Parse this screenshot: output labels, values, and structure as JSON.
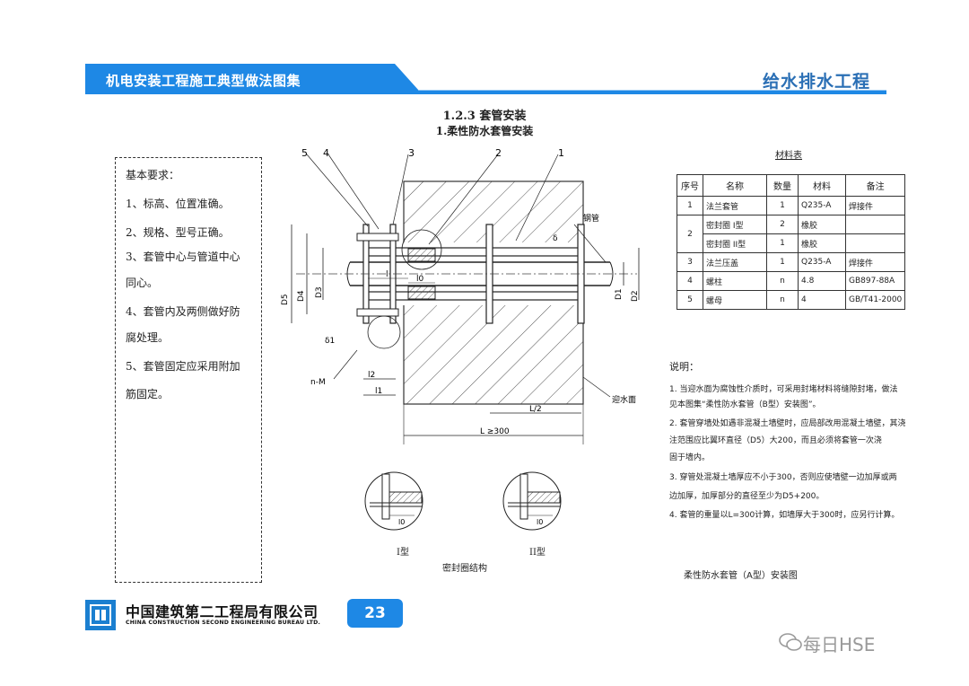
{
  "header": {
    "left_title": "机电安装工程施工典型做法图集",
    "right_title": "给水排水工程",
    "band_color": "#1e88e5"
  },
  "section": {
    "title": "1.2.3 套管安装",
    "subtitle": "1.柔性防水套管安装"
  },
  "requirements": {
    "lines": [
      "基本要求：",
      "1、标高、位置准确。",
      "2、规格、型号正确。",
      "3、套管中心与管道中心",
      "同心。",
      "4、套管内及两侧做好防",
      "腐处理。",
      "5、套管固定应采用附加",
      "筋固定。"
    ]
  },
  "drawing": {
    "callouts": [
      "5",
      "4",
      "3",
      "2",
      "1"
    ],
    "labels": {
      "steel_pipe": "钢管",
      "water_side": "迎水面",
      "nM": "n-M",
      "D5": "D5",
      "D4": "D4",
      "D3": "D3",
      "D1": "D1",
      "D2": "D2",
      "l": "l",
      "l0": "l0",
      "l1": "l1",
      "l2": "l2",
      "delta": "δ",
      "delta1": "δ1",
      "half_L": "L/2",
      "L": "L ≥300"
    },
    "seal_l0": "l0"
  },
  "material_table": {
    "title": "材料表",
    "headers": [
      "序号",
      "名称",
      "数量",
      "材料",
      "备注"
    ],
    "rows": [
      [
        "1",
        "法兰套管",
        "1",
        "Q235-A",
        "焊接件"
      ],
      [
        "2",
        "密封圈  I型",
        "2",
        "橡胶",
        ""
      ],
      [
        "",
        "密封圈  II型",
        "1",
        "橡胶",
        ""
      ],
      [
        "3",
        "法兰压盖",
        "1",
        "Q235-A",
        "焊接件"
      ],
      [
        "4",
        "螺柱",
        "n",
        "4.8",
        "GB897-88A"
      ],
      [
        "5",
        "螺母",
        "n",
        "4",
        "GB/T41-2000"
      ]
    ]
  },
  "notes": {
    "heading": "说明：",
    "lines": [
      "1. 当迎水面为腐蚀性介质时，可采用封堵材料将缝隙封堵，做法",
      "   见本图集“柔性防水套管（B型）安装图”。",
      "2. 套管穿墙处如遇非混凝土墙壁时，应局部改用混凝土墙壁，其浇",
      "   注范围应比翼环直径（D5）大200，而且必须将套管一次浇",
      "   固于墙内。",
      "3. 穿管处混凝土墙厚应不小于300，否则应使墙壁一边加厚或两",
      "   边加厚，加厚部分的直径至少为D5+200。",
      "4. 套管的重量以L=300计算，如墙厚大于300时，应另行计算。"
    ]
  },
  "captions": {
    "type1": "I型",
    "type2": "II型",
    "seal_structure": "密封圈结构",
    "figure": "柔性防水套管（A型）安装图"
  },
  "footer": {
    "company_cn": "中国建筑第二工程局有限公司",
    "company_en": "CHINA CONSTRUCTION SECOND ENGINEERING BUREAU LTD.",
    "page_number": "23",
    "watermark": "每日HSE"
  }
}
